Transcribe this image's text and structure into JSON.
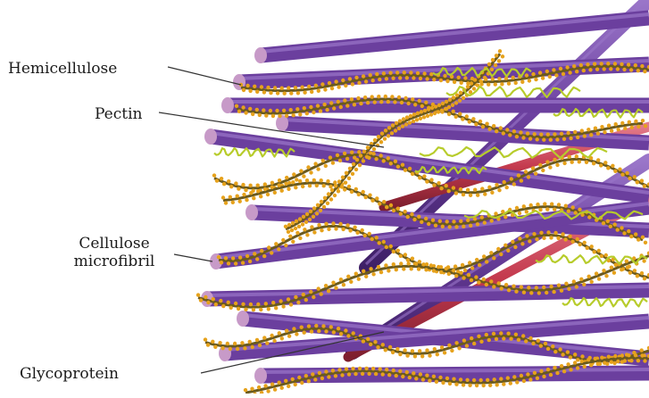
{
  "labels": {
    "hemicellulose": "Hemicellulose",
    "pectin": "Pectin",
    "cellulose_line1": "Cellulose",
    "cellulose_line2": "microfibril",
    "glycoprotein": "Glycoprotein"
  },
  "colors": {
    "cellulose": "#6b3f9e",
    "cellulose_highlight": "#9a76c9",
    "cellulose_end": "#c79ac8",
    "hemicellulose": "#6b5a1e",
    "hemi_beads": "#e6a21c",
    "pectin": "#b7cc2b",
    "glycoprotein": "#c43a4e",
    "leader_line": "#333333"
  }
}
